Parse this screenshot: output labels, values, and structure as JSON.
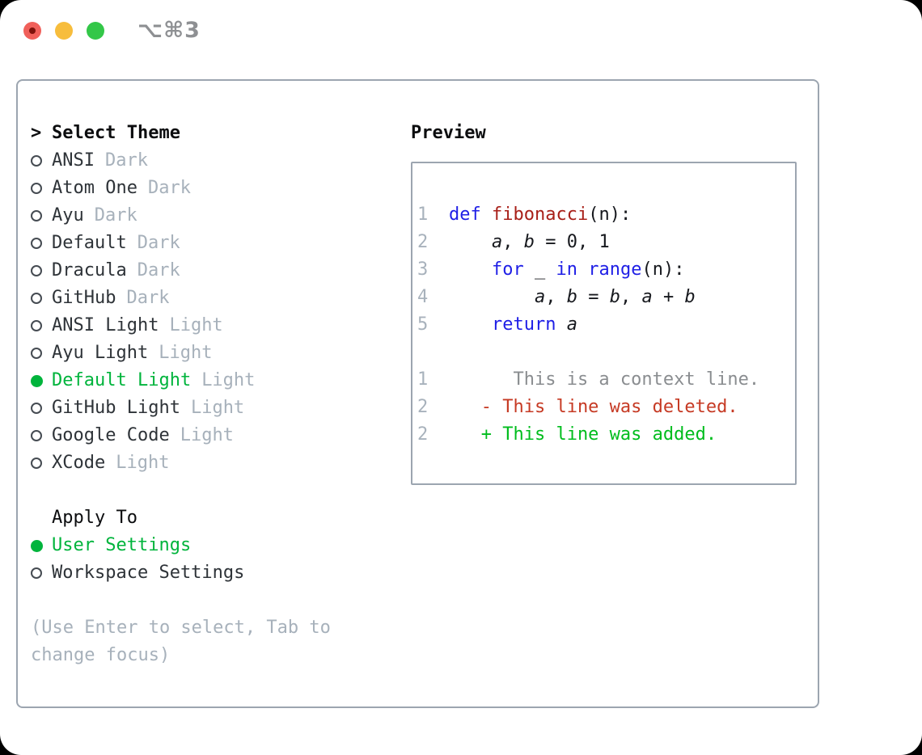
{
  "titlebar": {
    "shortcut": "⌥⌘3"
  },
  "theme_picker": {
    "header": "Select Theme",
    "header_marker": ">",
    "themes": [
      {
        "label": "ANSI",
        "tag": "Dark",
        "selected": false
      },
      {
        "label": "Atom One",
        "tag": "Dark",
        "selected": false
      },
      {
        "label": "Ayu",
        "tag": "Dark",
        "selected": false
      },
      {
        "label": "Default",
        "tag": "Dark",
        "selected": false
      },
      {
        "label": "Dracula",
        "tag": "Dark",
        "selected": false
      },
      {
        "label": "GitHub",
        "tag": "Dark",
        "selected": false
      },
      {
        "label": "ANSI Light",
        "tag": "Light",
        "selected": false
      },
      {
        "label": "Ayu Light",
        "tag": "Light",
        "selected": false
      },
      {
        "label": "Default Light",
        "tag": "Light",
        "selected": true
      },
      {
        "label": "GitHub Light",
        "tag": "Light",
        "selected": false
      },
      {
        "label": "Google Code",
        "tag": "Light",
        "selected": false
      },
      {
        "label": "XCode",
        "tag": "Light",
        "selected": false
      }
    ],
    "apply_to": {
      "header": "Apply To",
      "options": [
        {
          "label": "User Settings",
          "selected": true
        },
        {
          "label": "Workspace Settings",
          "selected": false
        }
      ]
    },
    "hint": "(Use Enter to select, Tab to change focus)"
  },
  "preview": {
    "header": "Preview",
    "lines": [
      {
        "type": "blank"
      },
      {
        "type": "code",
        "num": "1",
        "segments": [
          {
            "text": "def",
            "style": "kw"
          },
          {
            "text": " ",
            "style": "plain"
          },
          {
            "text": "fibonacci",
            "style": "fn"
          },
          {
            "text": "(n):",
            "style": "plain"
          }
        ]
      },
      {
        "type": "code",
        "num": "2",
        "segments": [
          {
            "text": "    ",
            "style": "plain"
          },
          {
            "text": "a",
            "style": "var"
          },
          {
            "text": ", ",
            "style": "plain"
          },
          {
            "text": "b",
            "style": "var"
          },
          {
            "text": " = 0, 1",
            "style": "plain"
          }
        ]
      },
      {
        "type": "code",
        "num": "3",
        "segments": [
          {
            "text": "    ",
            "style": "plain"
          },
          {
            "text": "for",
            "style": "kw"
          },
          {
            "text": " _ ",
            "style": "plain"
          },
          {
            "text": "in",
            "style": "kw"
          },
          {
            "text": " ",
            "style": "plain"
          },
          {
            "text": "range",
            "style": "kw"
          },
          {
            "text": "(n):",
            "style": "plain"
          }
        ]
      },
      {
        "type": "code",
        "num": "4",
        "segments": [
          {
            "text": "        ",
            "style": "plain"
          },
          {
            "text": "a",
            "style": "var"
          },
          {
            "text": ", ",
            "style": "plain"
          },
          {
            "text": "b",
            "style": "var"
          },
          {
            "text": " = ",
            "style": "plain"
          },
          {
            "text": "b",
            "style": "var"
          },
          {
            "text": ", ",
            "style": "plain"
          },
          {
            "text": "a",
            "style": "var"
          },
          {
            "text": " + ",
            "style": "plain"
          },
          {
            "text": "b",
            "style": "var"
          }
        ]
      },
      {
        "type": "code",
        "num": "5",
        "segments": [
          {
            "text": "    ",
            "style": "plain"
          },
          {
            "text": "return",
            "style": "kw"
          },
          {
            "text": " ",
            "style": "plain"
          },
          {
            "text": "a",
            "style": "var"
          }
        ]
      },
      {
        "type": "blank"
      },
      {
        "type": "diff",
        "num": "1",
        "style": "context",
        "text": "      This is a context line."
      },
      {
        "type": "diff",
        "num": "2",
        "style": "deleted",
        "text": "   - This line was deleted."
      },
      {
        "type": "diff",
        "num": "2",
        "style": "added",
        "text": "   + This line was added."
      },
      {
        "type": "blank"
      }
    ]
  },
  "colors": {
    "selection_green": "#00b43c",
    "keyword_blue": "#1f1fe6",
    "function_red": "#a82019",
    "deleted_red": "#c63a24",
    "added_green": "#00bd1d",
    "context_gray": "#8a8d90",
    "line_number_gray": "#a8b2bc",
    "muted_tag_gray": "#a7b1bb",
    "box_border_gray": "#9ca5b0",
    "traffic_red": "#f0605a",
    "traffic_yellow": "#f7bd3c",
    "traffic_green": "#33c748"
  }
}
